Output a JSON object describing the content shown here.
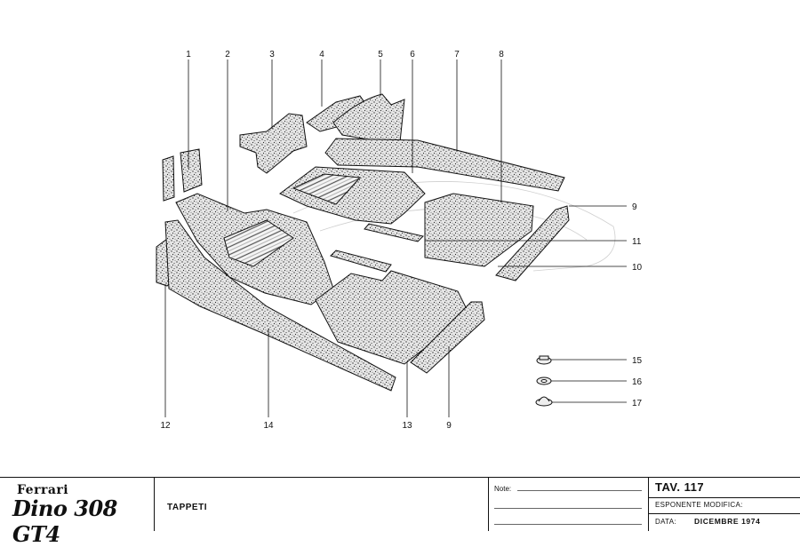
{
  "callouts": {
    "c1": "1",
    "c2": "2",
    "c3": "3",
    "c4": "4",
    "c5": "5",
    "c6": "6",
    "c7": "7",
    "c8": "8",
    "c9a": "9",
    "c9b": "9",
    "c10": "10",
    "c11": "11",
    "c12": "12",
    "c13": "13",
    "c14": "14",
    "c15": "15",
    "c16": "16",
    "c17": "17"
  },
  "title_block": {
    "brand": "Ferrari",
    "model": "Dino 308 GT4",
    "title": "TAPPETI",
    "notes_label": "Note:",
    "table": "TAV. 117",
    "esponente_label": "ESPONENTE MODIFICA:",
    "date_label": "DATA:",
    "date_value": "DICEMBRE 1974"
  },
  "colors": {
    "ink": "#111111",
    "carpet": "#d9d9d9",
    "background": "#ffffff"
  }
}
